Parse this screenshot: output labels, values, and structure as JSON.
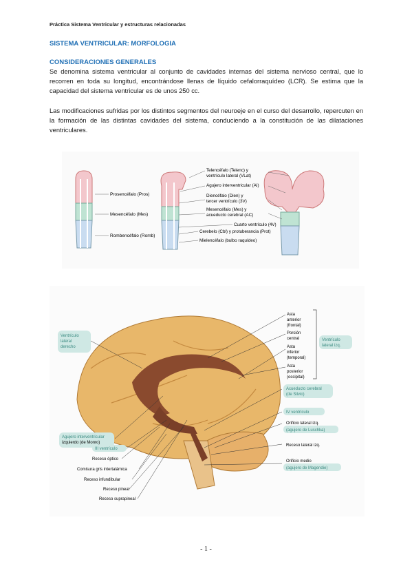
{
  "header": "Práctica Sistema Ventricular y estructuras relacionadas",
  "title": "SISTEMA VENTRICULAR: MORFOLOGIA",
  "subtitle": "CONSIDERACIONES GENERALES",
  "paragraphs": [
    "Se denomina sistema ventricular al conjunto de cavidades internas del sistema nervioso central, que lo recorren en toda su longitud, encontrándose llenas de líquido cefalorraquídeo (LCR). Se estima que la capacidad del sistema ventricular es de unos 250 cc.",
    "Las modificaciones sufridas por los distintos segmentos del neuroeje en el curso del desarrollo, repercuten en la formación de las distintas cavidades del sistema, conduciendo a la constitución de las dilataciones ventriculares."
  ],
  "figure1": {
    "left_labels": [
      "Prosencéfalo (Pros)",
      "Mesencéfalo (Mes)",
      "Rombencéfalo (Romb)"
    ],
    "right_labels": [
      "Telencéfalo (Telenc) y",
      "ventrículo lateral (VLat)",
      "Agujero interventricular (AI)",
      "Diencéfalo (Dien) y",
      "tercer ventrículo (3V)",
      "Mesencéfalo (Mes) y",
      "acueducto cerebral (AC)",
      "Cuarto ventrículo (4V)",
      "Cerebelo (Cbl) y protuberancia (Prot)",
      "Mielencéfalo (bulbo raquídeo)"
    ]
  },
  "figure2": {
    "left_top": [
      "Ventrículo",
      "lateral",
      "derecho"
    ],
    "asta_labels": [
      "Asta",
      "anterior",
      "(frontal)",
      "Porción",
      "central",
      "Asta",
      "inferior",
      "(temporal)",
      "Asta",
      "posterior",
      "(occipital)"
    ],
    "ventriculo_lateral_izq": [
      "Ventrículo",
      "lateral izq."
    ],
    "right_labels": [
      "Acueducto cerebral",
      "(de Silvio)",
      "IV ventrículo",
      "Orificio lateral izq.",
      "(agujero de Luschka)",
      "Receso lateral izq.",
      "Orificio medio",
      "(agujero de Magendie)"
    ],
    "left_labels": [
      "Agujero interventricular",
      "izquierdo (de Monro)",
      "III ventrículo",
      "Receso óptico",
      "Comisura gris intertalámica",
      "Receso infundibular",
      "Receso pineal",
      "Receso suprapineal"
    ]
  },
  "page_number": "- 1 -"
}
